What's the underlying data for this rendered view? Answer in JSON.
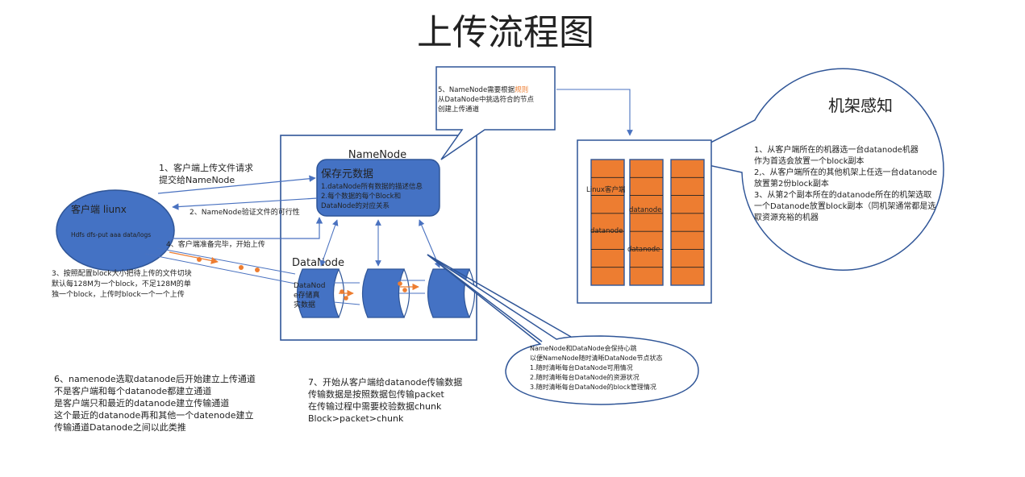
{
  "title": "上传流程图",
  "colors": {
    "blue_fill": "#4472c4",
    "blue_stroke": "#2f5597",
    "line": "#4a72c0",
    "orange": "#ed7d31",
    "text": "#222222",
    "accent_text": "#ed7d31"
  },
  "client": {
    "label": "客户端 liunx",
    "command": "Hdfs dfs-put aaa data/logs"
  },
  "namenode": {
    "container_label": "NameNode",
    "box_title": "保存元数据",
    "lines": [
      "1.dataNode所有数据的描述信息",
      "2.每个数据的每个Block和",
      "DataNode的对应关系"
    ]
  },
  "datanode": {
    "container_label": "DataNode",
    "first_cylinder_lines": [
      "DataNod",
      "e存储真",
      "实数据"
    ]
  },
  "steps": {
    "step1": [
      "1、客户端上传文件请求",
      "提交给NameNode"
    ],
    "step2": "2、NameNode验证文件的可行性",
    "step3": [
      "3、按照配置block大小把待上传的文件切块",
      "默认每128M为一个block，不足128M的单",
      "独一个block，上传时block一个一个上传"
    ],
    "step4": "4、客户端准备完毕，开始上传",
    "step5": {
      "prefix": "5、NameNode需要根据",
      "highlight": "规则",
      "lines": [
        "从DataNode中挑选符合的节点",
        "创建上传通道"
      ]
    },
    "step6": [
      "6、namenode选取datanode后开始建立上传通道",
      "不是客户端和每个datanode都建立通道",
      "是客户端只和最近的datanode建立传输通道",
      "这个最近的datanode再和其他一个datenode建立",
      "传输通道Datanode之间以此类推"
    ],
    "step7": [
      "7、开始从客户端给datanode传输数据",
      "传输数据是按照数据包传输packet",
      "在传输过程中需要校验数据chunk",
      "Block>packet>chunk"
    ]
  },
  "heartbeat": {
    "lines": [
      "NameNode和DataNode会保持心跳",
      "以便NameNode随时清晰DataNode节点状态",
      "1.随时清晰每台DataNode可用情况",
      "2.随时清晰每台DataNode的资源状况",
      "3.随时清晰每台DataNode的block管理情况"
    ]
  },
  "rack": {
    "labels": {
      "linux_client": "Linux客户端",
      "datanode_a": "datanode",
      "datanode_b": "datanode",
      "datanode_c": "datanode"
    },
    "columns": 3,
    "rows": 7
  },
  "rack_awareness": {
    "title": "机架感知",
    "lines": [
      "1、从客户端所在的机器选一台datanode机器",
      "作为首选会放置一个block副本",
      "2,、从客户端所在的其他机架上任选一台datanode",
      "放置第2份block副本",
      "3、从第2个副本所在的datanode所在的机架选取",
      "一个Datanode放置block副本（同机架通常都是选",
      "取资源充裕的机器"
    ]
  }
}
